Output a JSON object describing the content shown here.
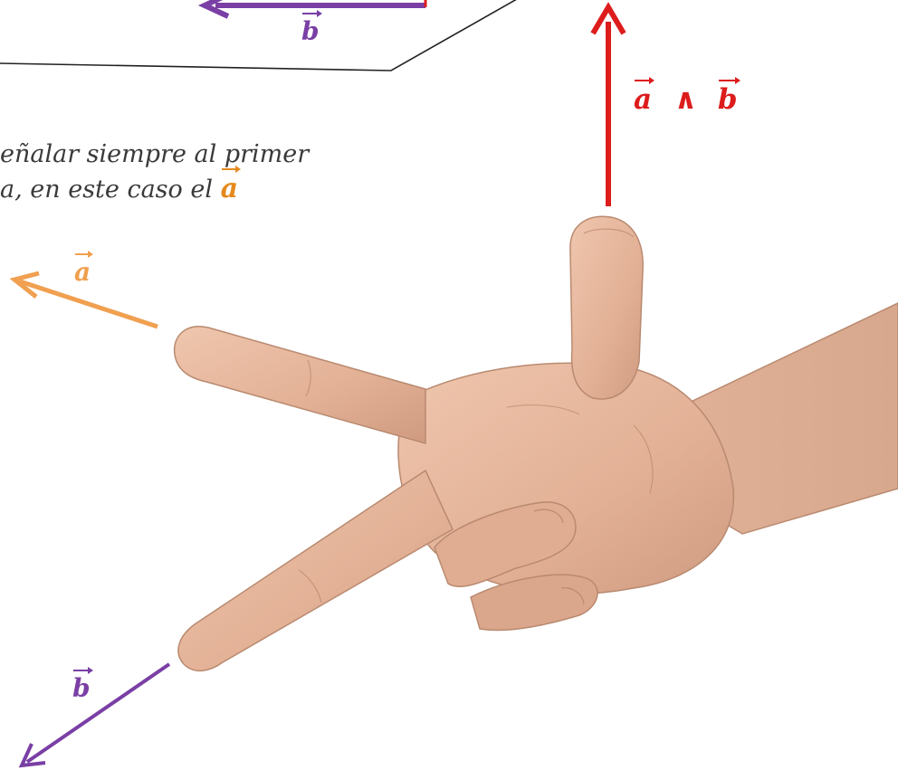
{
  "colors": {
    "a_vector": "#f0a050",
    "b_vector": "#7a3fa5",
    "cross_product": "#dd1c1c",
    "caption_text": "#3a3a3a",
    "caption_highlight": "#e58a1f",
    "plane_outline": "#222222",
    "skin": "#e6b8a0"
  },
  "labels": {
    "b_top": "b",
    "cross": {
      "a": "a",
      "op": "∧",
      "b": "b"
    },
    "a_left": "a",
    "b_bottom": "b"
  },
  "caption": {
    "line1": "eñalar siempre al primer",
    "line2": "a, en este caso  el ",
    "highlight": "a"
  },
  "icons": {
    "hand": "right-hand-gesture-icon"
  }
}
